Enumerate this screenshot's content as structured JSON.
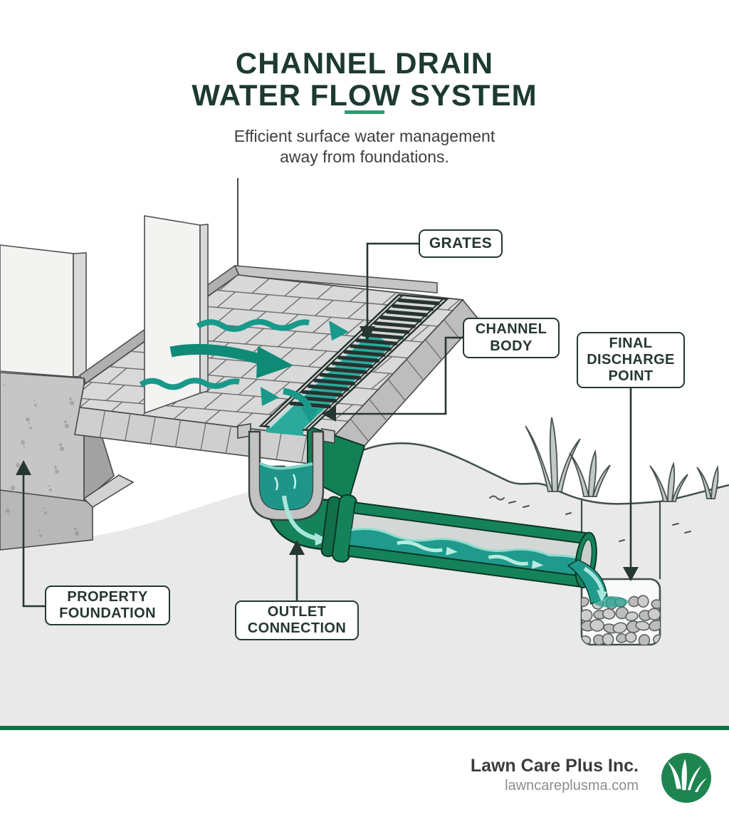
{
  "header": {
    "title_line1": "CHANNEL DRAIN",
    "title_line2": "WATER FLOW SYSTEM",
    "subtitle_line1": "Efficient surface water management",
    "subtitle_line2": "away from foundations."
  },
  "labels": {
    "grates": "GRATES",
    "channel_body": "CHANNEL BODY",
    "final_discharge": "FINAL DISCHARGE POINT",
    "property_foundation": "PROPERTY FOUNDATION",
    "outlet_connection": "OUTLET CONNECTION"
  },
  "footer": {
    "company": "Lawn Care Plus Inc.",
    "website": "lawncareplusma.com",
    "logo_icon": "grass-icon"
  },
  "colors": {
    "title_green": "#1d3a32",
    "accent_green": "#2d9c6e",
    "footer_bar_green": "#0c7245",
    "logo_green": "#1e8551",
    "pipe_green": "#15835a",
    "water_teal": "#1f9a8c",
    "label_ink": "#263733",
    "ground_gray": "#e9e9e9"
  }
}
